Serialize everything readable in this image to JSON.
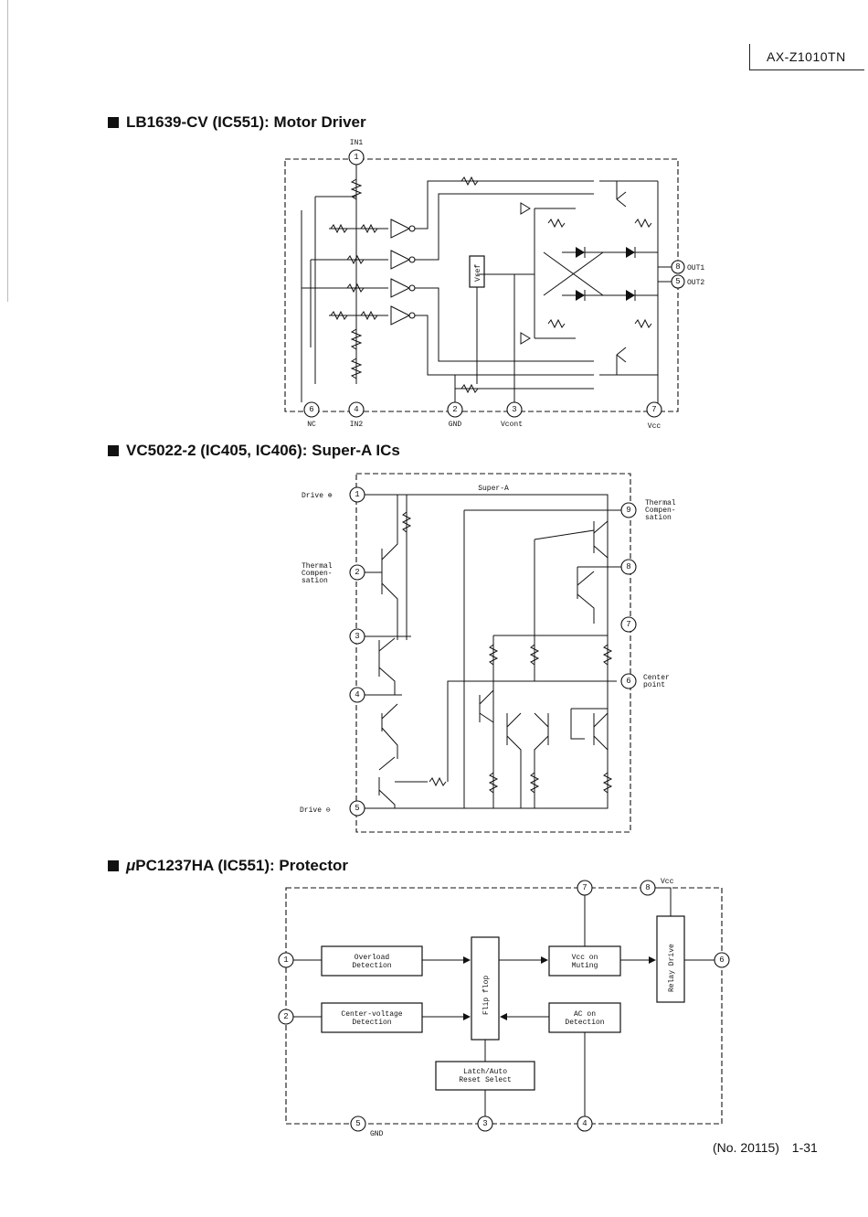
{
  "header": {
    "model": "AX-Z1010TN"
  },
  "sections": [
    {
      "title": "LB1639-CV (IC551): Motor Driver",
      "pins": {
        "in1": "1",
        "nc": "6",
        "in2": "4",
        "gnd": "2",
        "vcont": "3",
        "vcc": "7",
        "out1": "8",
        "out2": "5"
      },
      "labels": {
        "in1": "IN1",
        "nc": "NC",
        "in2": "IN2",
        "gnd": "GND",
        "vcont": "Vcont",
        "vcc": "Vcc",
        "out1": "OUT1",
        "out2": "OUT2",
        "vref": "Vref"
      }
    },
    {
      "title": "VC5022-2 (IC405, IC406): Super-A ICs",
      "pins": {
        "drive_pos": "1",
        "thermal_l": "2",
        "p3": "3",
        "p4": "4",
        "drive_neg": "5",
        "center": "6",
        "p7": "7",
        "p8": "8",
        "thermal_r": "9"
      },
      "labels": {
        "super_a": "Super-A",
        "drive_pos": "Drive ⊕",
        "drive_neg": "Drive ⊖",
        "thermal_l": [
          "Thermal",
          "Compen-",
          "sation"
        ],
        "thermal_r": [
          "Thermal",
          "Compen-",
          "sation"
        ],
        "center": [
          "Center",
          "point"
        ]
      }
    },
    {
      "title_mu": "μ",
      "title_rest": "PC1237HA (IC551): Protector",
      "pins": {
        "p1": "1",
        "p2": "2",
        "p3": "3",
        "p4": "4",
        "p5": "5",
        "p6": "6",
        "p7": "7",
        "p8": "8"
      },
      "labels": {
        "vcc": "Vcc",
        "gnd": "GND"
      },
      "blocks": {
        "overload": [
          "Overload",
          "Detection"
        ],
        "center_voltage": [
          "Center-voltage",
          "Detection"
        ],
        "flip_flop": "Flip flop",
        "vcc_muting": [
          "Vcc on",
          "Muting"
        ],
        "ac_detection": [
          "AC on",
          "Detection"
        ],
        "relay_drive": "Relay Drive",
        "latch": [
          "Latch/Auto",
          "Reset Select"
        ]
      }
    }
  ],
  "footer": {
    "number": "(No. 20115)",
    "page": "1-31"
  }
}
